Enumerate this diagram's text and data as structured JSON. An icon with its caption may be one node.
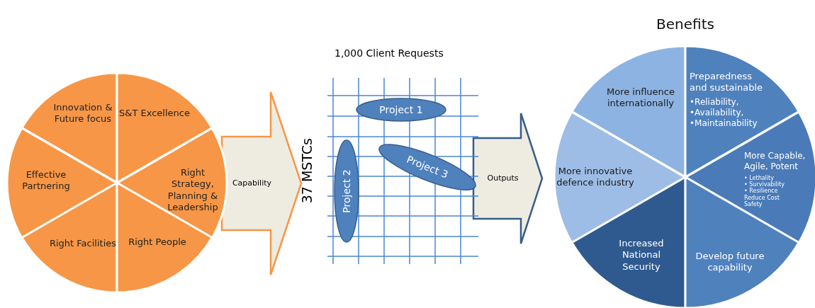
{
  "diagram": {
    "nodes": [
      {
        "text": [],
        "shape": "circle"
      },
      {
        "text": [
          "Innovation & Future focus"
        ],
        "in": 0
      },
      {
        "text": [
          "S&T Excellence"
        ],
        "in": 0
      },
      {
        "text": [
          "Effective Partnering"
        ],
        "in": 0
      },
      {
        "text": [
          "Right Strategy, Planning & Leadership"
        ],
        "in": 0
      },
      {
        "text": [
          "Right Facilities"
        ],
        "in": 0
      },
      {
        "text": [
          "Right People"
        ],
        "in": 0
      },
      {
        "text": [
          "1,000 Client Requests",
          "37 MSTCs"
        ]
      },
      {
        "text": [
          "Project 1"
        ],
        "in": 7
      },
      {
        "text": [
          "Project 2"
        ],
        "in": 7
      },
      {
        "text": [
          "Project 3"
        ],
        "in": 7
      },
      {
        "text": [
          "Benefits"
        ]
      },
      {
        "text": [
          "More influence internationally"
        ],
        "in": 11
      },
      {
        "text": [
          "Preparedness and sustainable",
          "•Reliability,",
          "•Availability,",
          "•Maintainability"
        ],
        "in": 11
      },
      {
        "text": [
          "More innovative defence industry"
        ],
        "in": 11
      },
      {
        "text": [
          "More Capable, Agile, Potent",
          "• Lethality",
          "• Survivability",
          "• Resilience",
          "Reduce Cost",
          "Safety"
        ],
        "in": 11
      },
      {
        "text": [
          "Increased National Security"
        ],
        "in": 11
      },
      {
        "text": [
          "Develop future capability"
        ],
        "in": 11
      }
    ],
    "edges": [
      {
        "from": 0,
        "to": 7,
        "arrow": "to",
        "label": "Capability",
        "style": "thick",
        "color": "#f79646"
      },
      {
        "from": 7,
        "to": 11,
        "arrow": "to",
        "label": "Outputs",
        "style": "thick",
        "color": "#385d8a"
      }
    ]
  }
}
